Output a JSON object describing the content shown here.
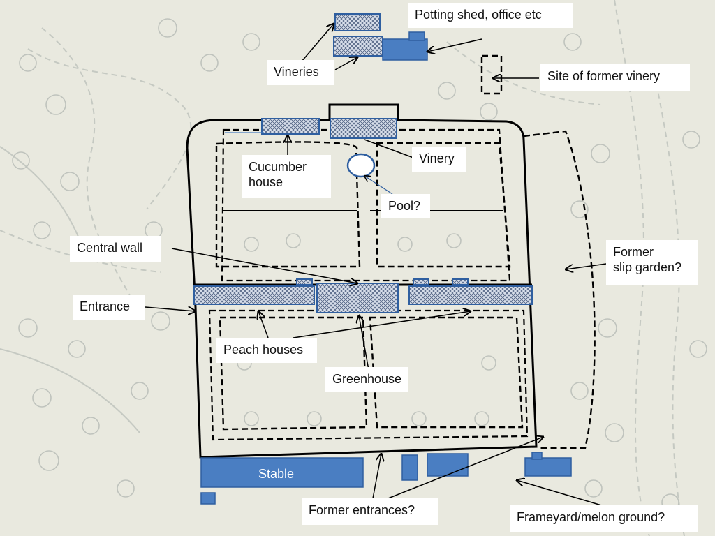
{
  "labels": {
    "potting_shed": "Potting shed, office etc",
    "vineries": "Vineries",
    "former_vinery_site": "Site of former vinery",
    "cucumber_house": "Cucumber\nhouse",
    "vinery": "Vinery",
    "pool": "Pool?",
    "central_wall": "Central wall",
    "slip_garden": "Former\nslip garden?",
    "entrance": "Entrance",
    "peach_houses": "Peach houses",
    "greenhouse": "Greenhouse",
    "stable": "Stable",
    "former_entrances": "Former entrances?",
    "frameyard": "Frameyard/melon ground?"
  },
  "colors": {
    "building_fill": "#4a7ec2",
    "building_stroke": "#2f5fa0",
    "glasshouse_hatch_bg": "#c9d3e6",
    "walls": "#000000",
    "background": "#e9e9df",
    "sketch_trees": "#c4c8c2"
  }
}
